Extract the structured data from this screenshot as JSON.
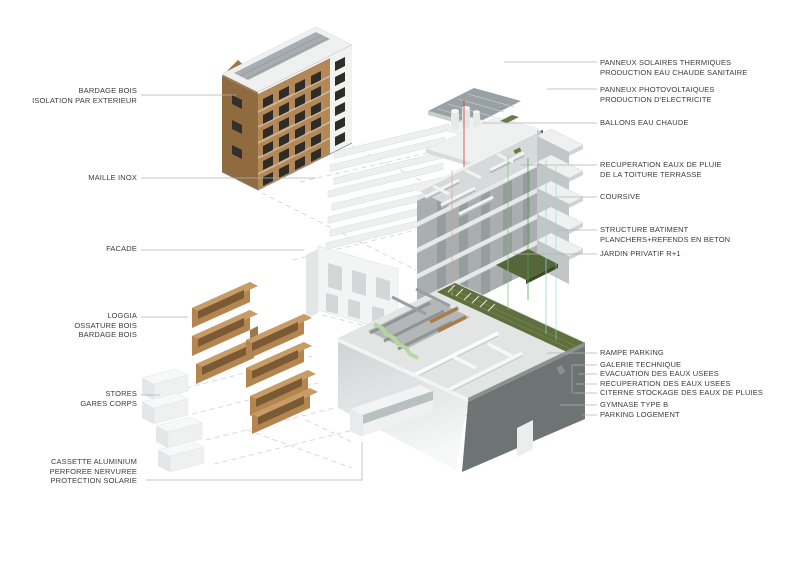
{
  "diagram": {
    "type": "architectural-exploded-axonometric",
    "labels_left": [
      {
        "text": "BARDAGE BOIS\nISOLATION PAR EXTERIEUR"
      },
      {
        "text": "MAILLE INOX"
      },
      {
        "text": "FACADE"
      },
      {
        "text": "LOGGIA\nOSSATURE BOIS\nBARDAGE BOIS"
      },
      {
        "text": "STORES\nGARES CORPS"
      },
      {
        "text": "CASSETTE ALUMINIUM\nPERFOREE NERVUREE\nPROTECTION SOLARIE"
      }
    ],
    "labels_right": [
      {
        "text": "PANNEUX SOLAIRES THERMIQUES\nPRODUCTION EAU CHAUDE SANITAIRE"
      },
      {
        "text": "PANNEUX PHOTOVOLTAIQUES\nPRODUCTION D'ELECTRICITE"
      },
      {
        "text": "BALLONS EAU CHAUDE"
      },
      {
        "text": "RECUPERATION EAUX DE PLUIE\nDE LA TOITURE TERRASSE"
      },
      {
        "text": "COURSIVE"
      },
      {
        "text": "STRUCTURE BATIMENT\nPLANCHERS+REFENDS EN BETON"
      },
      {
        "text": "JARDIN PRIVATIF R+1"
      },
      {
        "text": "RAMPE PARKING"
      },
      {
        "text": "GALERIE TECHNIQUE"
      },
      {
        "text": "EVACUATION DES EAUX USEES"
      },
      {
        "text": "RECUPERATION DES EAUX USEES"
      },
      {
        "text": "CITERNE STOCKAGE DES EAUX DE PLUIES"
      },
      {
        "text": "GYMNASE TYPE B"
      },
      {
        "text": "PARKING LOGEMENT"
      }
    ],
    "components": [
      "timber-building",
      "stainless-mesh-layers",
      "facade-panel",
      "loggia-timber-frame",
      "stores-stack",
      "aluminium-cassette",
      "solar-thermal-panel",
      "pv-panel",
      "hot-water-tanks",
      "roof-terrace-slab",
      "building-structure",
      "coursive-walkways",
      "private-garden",
      "base-block",
      "green-roof-band",
      "parking-level"
    ],
    "colors": {
      "background": "#ffffff",
      "label_text": "#3b3b3b",
      "leader_line": "#b0b0b0",
      "wood": "#b4895a",
      "wood_dark": "#8f6b3f",
      "wood_opening": "#7a5a35",
      "concrete_light": "#e7e9e9",
      "concrete_mid": "#a9aeae",
      "base_dark_face": "#6e7374",
      "green_roof": "#5f6f3e",
      "garden_green": "#55663a",
      "stair_light_green": "#b7d6a4",
      "pipe_red": "#c9504a",
      "pipe_green": "#49a84f",
      "pipe_teal": "#93d9cd",
      "panel_dark_gray": "#9aa1a5",
      "panel_light_gray": "#b6bcbe",
      "white_element": "#f2f3f3"
    }
  }
}
